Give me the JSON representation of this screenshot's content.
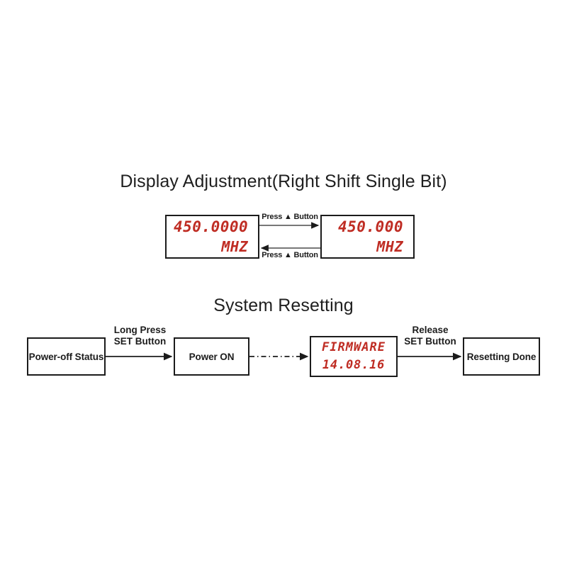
{
  "sections": {
    "display_adjustment": {
      "title": "Display Adjustment(Right Shift Single Bit)",
      "left_display": {
        "value": "450.0000",
        "unit": "MHZ"
      },
      "right_display": {
        "value": "450.000",
        "unit": "MHZ"
      },
      "arrow_top_label": "Press ▲ Button",
      "arrow_bottom_label": "Press ▲ Button"
    },
    "system_resetting": {
      "title": "System Resetting",
      "steps": [
        {
          "label": "Power-off Status"
        },
        {
          "label": "Power ON"
        },
        {
          "display_line1": "FIRMWARE",
          "display_line2": "14.08.16"
        },
        {
          "label": "Resetting Done"
        }
      ],
      "transitions": [
        {
          "line1": "Long Press",
          "line2": "SET Button"
        },
        {
          "line1": "",
          "line2": ""
        },
        {
          "line1": "Release",
          "line2": "SET Button"
        }
      ]
    }
  },
  "colors": {
    "lcd_red": "#bf2c23",
    "stroke": "#1b1b1b",
    "text": "#1c1c1c",
    "background": "#ffffff"
  }
}
